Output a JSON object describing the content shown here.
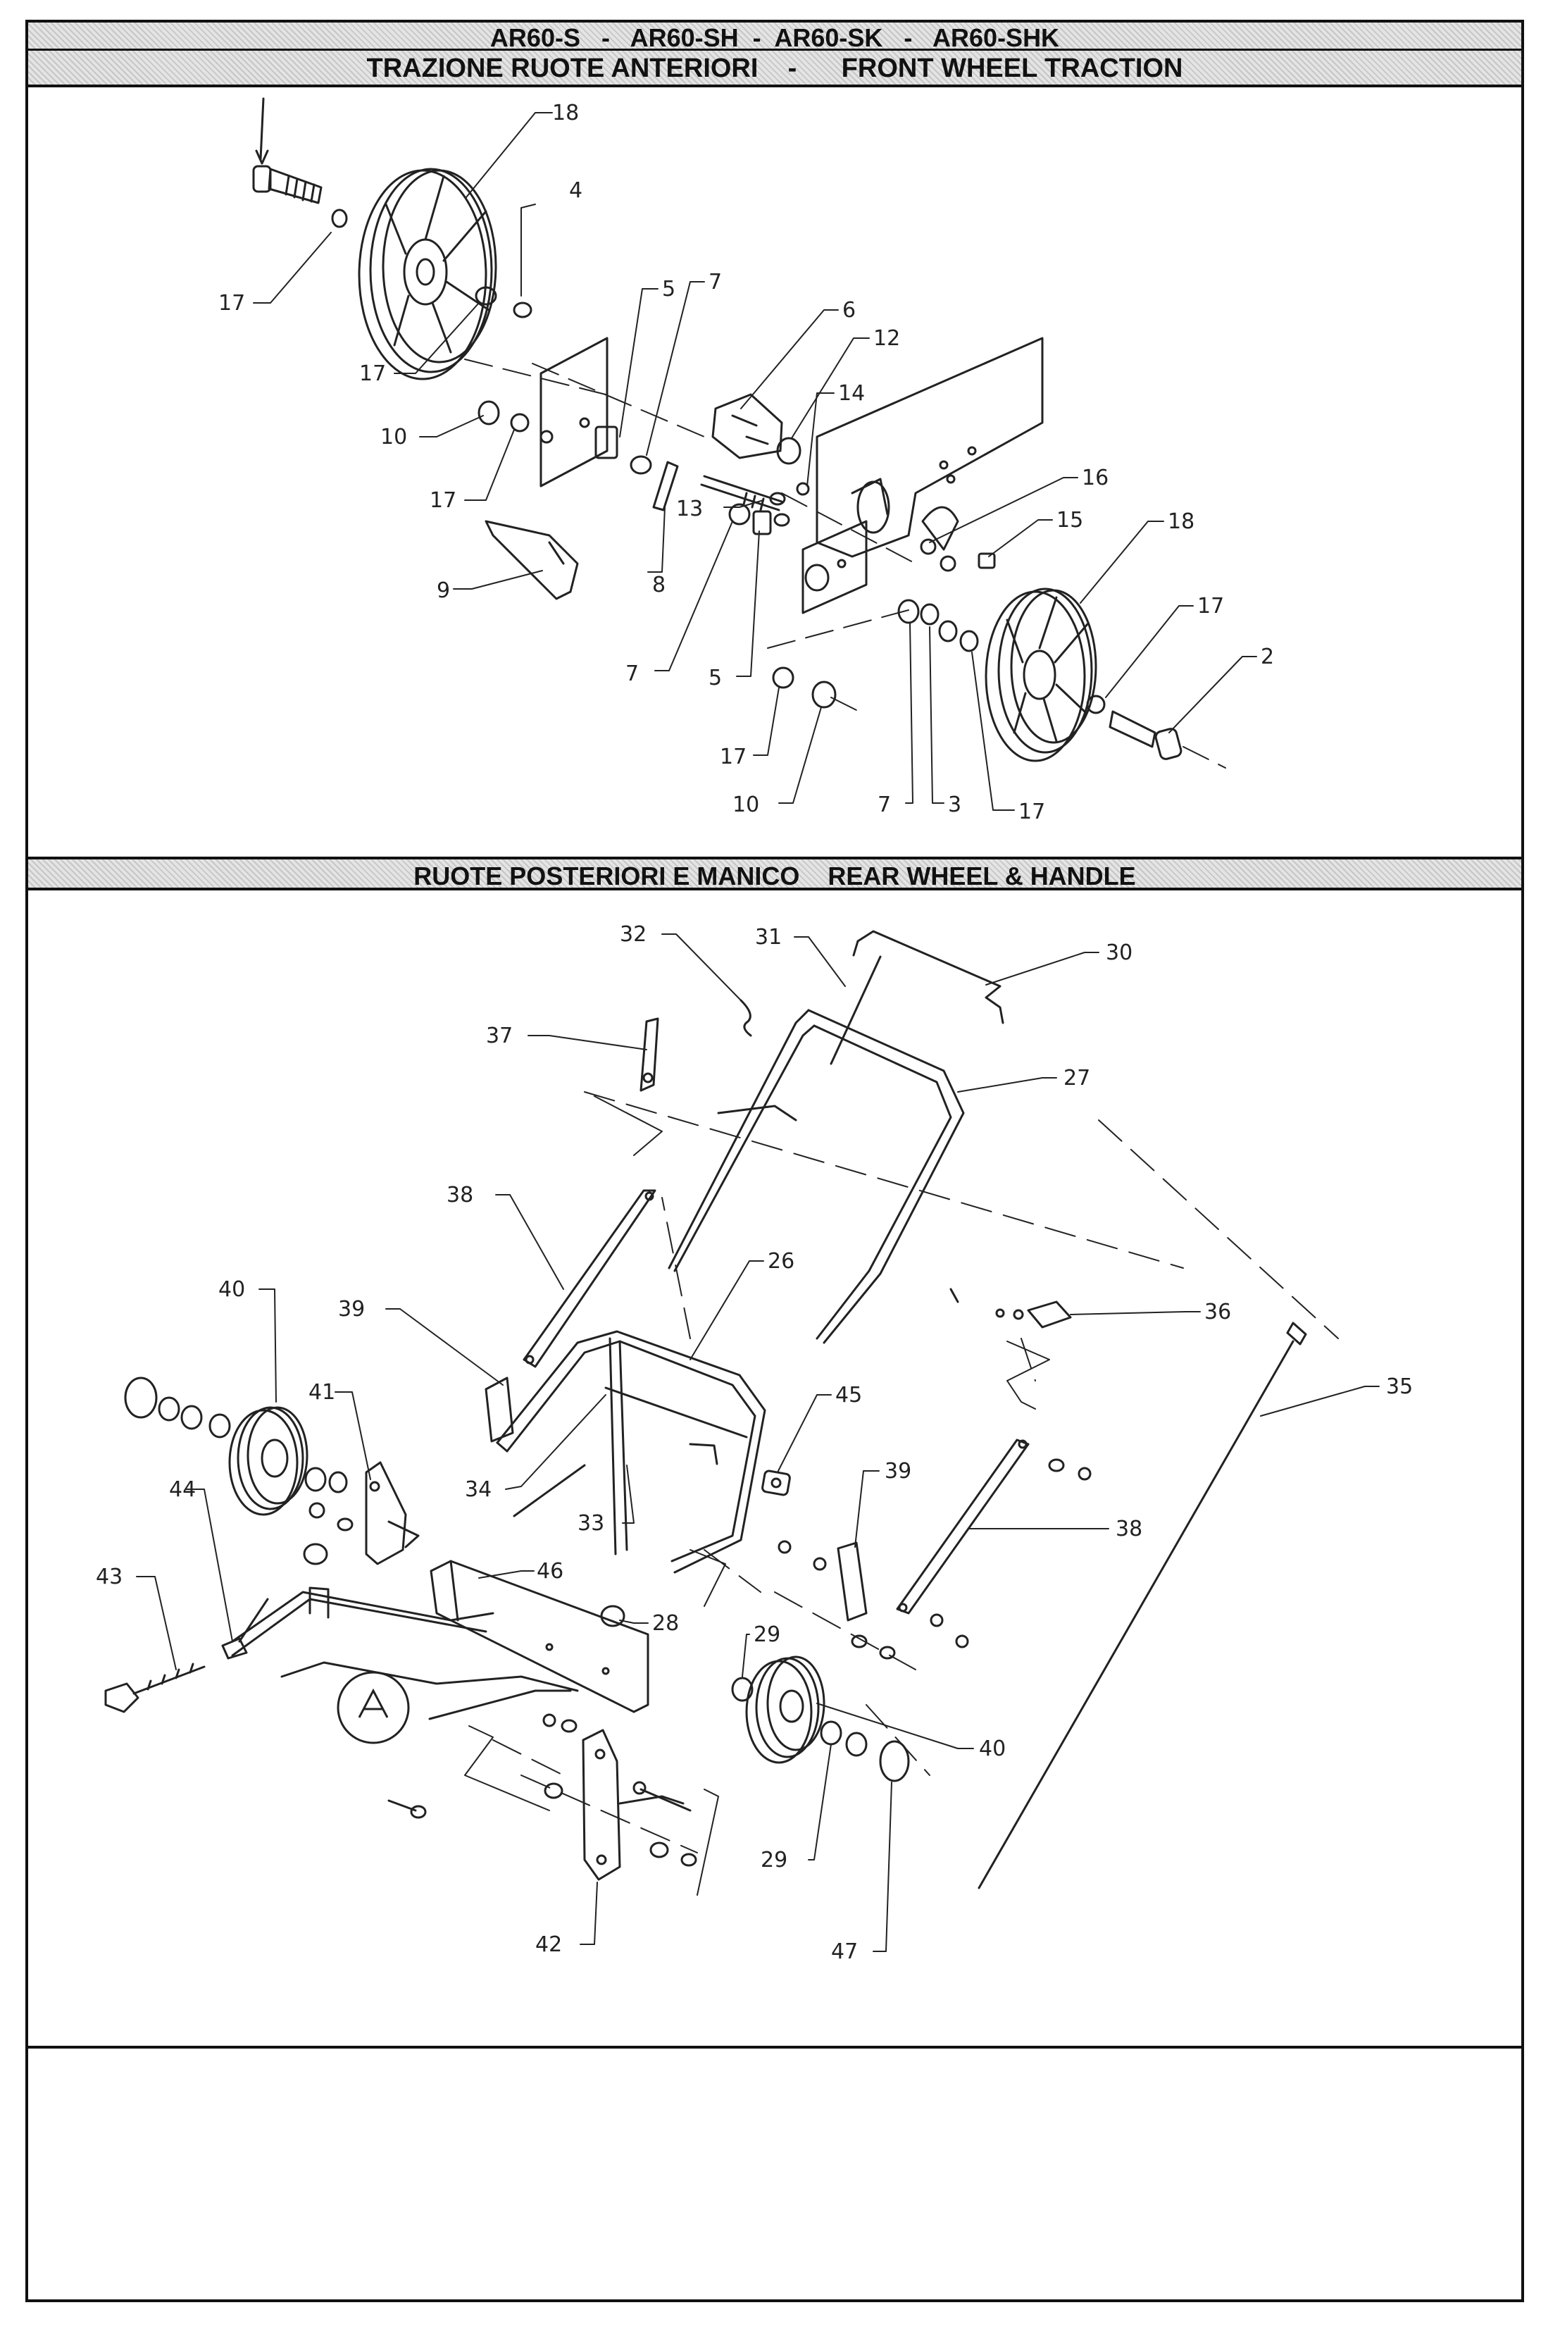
{
  "header": {
    "models": "AR60-S   -   AR60-SH  -  AR60-SK   -   AR60-SHK",
    "section_front": "TRAZIONE RUOTE ANTERIORI    -      FRONT WHEEL TRACTION",
    "section_rear": "RUOTE POSTERIORI E MANICO    REAR WHEEL & HANDLE"
  },
  "front_labels": [
    "18",
    "4",
    "17",
    "17",
    "5",
    "7",
    "6",
    "12",
    "14",
    "10",
    "17",
    "16",
    "15",
    "18",
    "13",
    "8",
    "9",
    "7",
    "5",
    "17",
    "2",
    "17",
    "10",
    "7",
    "3",
    "17"
  ],
  "rear_labels": [
    "32",
    "31",
    "30",
    "37",
    "27",
    "38",
    "26",
    "36",
    "40",
    "39",
    "41",
    "35",
    "45",
    "39",
    "38",
    "34",
    "33",
    "44",
    "46",
    "28",
    "43",
    "29",
    "40",
    "29",
    "42",
    "47"
  ],
  "marker_letter": "A"
}
